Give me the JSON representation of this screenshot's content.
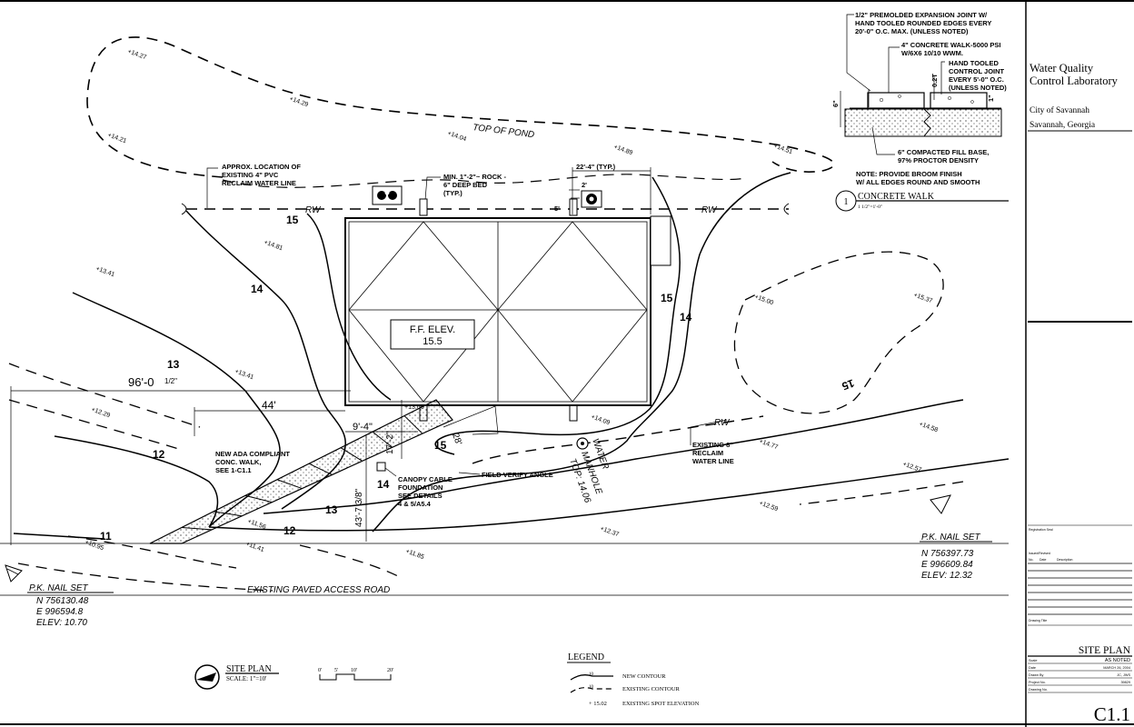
{
  "title_block": {
    "project_line1": "Water Quality",
    "project_line2": "Control Laboratory",
    "client_line1": "City of Savannah",
    "client_line2": "Savannah, Georgia",
    "reg_seal": "Registration Seal",
    "issued": "Issued/Revised",
    "col_no": "No.",
    "col_date": "Date",
    "col_desc": "Description",
    "drawing_title_label": "Drawing Title",
    "sheet_title": "SITE PLAN",
    "rows": [
      {
        "label": "Scale",
        "value": "AS NOTED"
      },
      {
        "label": "Date",
        "value": "MARCH 26, 2004"
      },
      {
        "label": "Drawn By",
        "value": "JC, JWS"
      },
      {
        "label": "Project No.",
        "value": "39829"
      },
      {
        "label": "Drawing No.",
        "value": ""
      }
    ],
    "sheet_number": "C1.1"
  },
  "detail": {
    "note1": "1/2\" PREMOLDED EXPANSION JOINT W/",
    "note1b": "HAND TOOLED ROUNDED EDGES EVERY",
    "note1c": "20'-0\" O.C. MAX. (UNLESS NOTED)",
    "note2": "4\" CONCRETE WALK-5000 PSI",
    "note2b": "W/6X6 10/10 WWM.",
    "note3": "HAND TOOLED",
    "note3b": "CONTROL JOINT",
    "note3c": "EVERY 5'-0\" O.C.",
    "note3d": "(UNLESS NOTED)",
    "note4": "6\" COMPACTED FILL BASE,",
    "note4b": "97% PROCTOR DENSITY",
    "note5": "NOTE: PROVIDE BROOM FINISH",
    "note5b": "W/ ALL EDGES ROUND AND SMOOTH",
    "dim_6": "6\"",
    "dim_02t": "0.2T",
    "dim_1": "1\"",
    "detail_number": "1",
    "detail_title": "CONCRETE WALK",
    "detail_scale": "1 1/2\"=1'-0\""
  },
  "site": {
    "top_of_pond": "TOP OF POND",
    "rw": "RW",
    "pvc_note1": "APPROX. LOCATION OF",
    "pvc_note2": "EXISTING 4\" PVC",
    "pvc_note3": "RECLAIM WATER LINE",
    "rock_note1": "MIN. 1\"-2\"~ ROCK -",
    "rock_note2": "6\" DEEP BED",
    "rock_note3": "(TYP.)",
    "dim_22": "22'-4\" (TYP.)",
    "dim_2": "2'",
    "dim_5": "5'",
    "ff_elev1": "F.F. ELEV.",
    "ff_elev2": "15.5",
    "dim_96": "96'-0",
    "dim_96_frac": "1/2\"",
    "dim_44": "44'",
    "dim_9": "9'-4\"",
    "dim_17": "17'-2\"",
    "dim_43": "43'-7 3/8\"",
    "dim_28": "28'",
    "ada1": "NEW ADA COMPLIANT",
    "ada2": "CONC. WALK,",
    "ada3": "SEE 1-C1.1",
    "canopy1": "CANOPY CABLE",
    "canopy2": "FOUNDATION",
    "canopy3": "SEE DETAILS",
    "canopy4": "4 & 5/A5.4",
    "field_verify": "FIELD VERIFY ANGLE",
    "manhole1": "WATER",
    "manhole2": "MANHOLE",
    "manhole3": "TOP: 14.06",
    "reclaim1": "EXISTING 8\"",
    "reclaim2": "RECLAIM",
    "reclaim3": "WATER LINE",
    "pk_left": "P.K. NAIL SET",
    "pk_left_n": "N  756130.48",
    "pk_left_e": "E  996594.8",
    "pk_left_elev": "ELEV: 10.70",
    "pk_right": "P.K. NAIL SET",
    "pk_right_n": "N  756397.73",
    "pk_right_e": "E  996609.84",
    "pk_right_elev": "ELEV: 12.32",
    "road": "EXISTING PAVED ACCESS ROAD",
    "contours": [
      "15",
      "14",
      "13",
      "12",
      "11",
      "15",
      "14",
      "13",
      "12",
      "14",
      "15",
      "15",
      "14"
    ],
    "spot_elevations": [
      "14.27",
      "14.29",
      "14.21",
      "14.04",
      "14.89",
      "14.51",
      "14.81",
      "13.41",
      "15.00",
      "15.37",
      "13.41",
      "13.66",
      "14.09",
      "12.29",
      "14.77",
      "14.58",
      "11.56",
      "10.95",
      "11.41",
      "11.85",
      "12.37",
      "12.59",
      "12.57"
    ]
  },
  "site_plan_label": {
    "title": "SITE PLAN",
    "scale": "SCALE: 1\"=10'",
    "bar0": "0'",
    "bar5": "5'",
    "bar10": "10'",
    "bar20": "20'"
  },
  "legend": {
    "title": "LEGEND",
    "new_contour": "NEW CONTOUR",
    "existing_contour": "EXISTING CONTOUR",
    "spot": "EXISTING SPOT ELEVATION",
    "spot_sample": "+ 15.02",
    "contour_sample": "10"
  }
}
